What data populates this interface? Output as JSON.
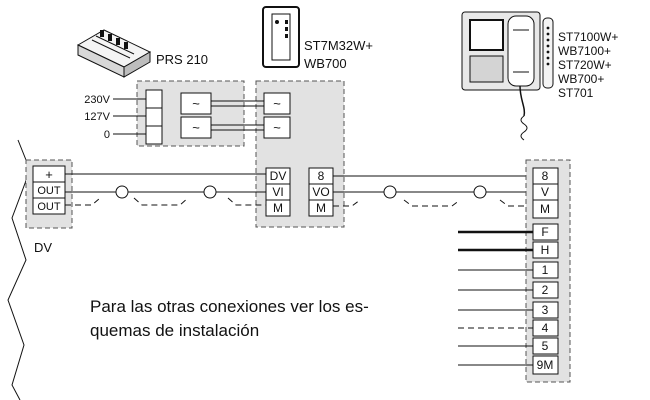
{
  "devices": {
    "power_supply": {
      "label": "PRS 210",
      "icon": "din-rail-power-supply-icon"
    },
    "distributor": {
      "label_line1": "ST7M32W+",
      "label_line2": "WB700",
      "icon": "din-rail-module-icon"
    },
    "monitor": {
      "lines": [
        "ST7100W+",
        "WB7100+",
        "ST720W+",
        "WB700+",
        "ST701"
      ],
      "icon": "video-monitor-icon"
    }
  },
  "mains_inputs": [
    "230V",
    "127V",
    "0"
  ],
  "transformer_symbol": "~",
  "camera": {
    "name": "DV",
    "terminals": [
      "+",
      "OUT",
      "OUT"
    ]
  },
  "distributor_left_terminals": [
    "DV",
    "VI",
    "M"
  ],
  "distributor_right_terminals": [
    "8",
    "VO",
    "M"
  ],
  "monitor_terminals": [
    "8",
    "V",
    "M",
    "F",
    "H",
    "1",
    "2",
    "3",
    "4",
    "5",
    "9M"
  ],
  "note": {
    "line1": "Para las otras conexiones ver los es-",
    "line2": "quemas de instalación"
  }
}
